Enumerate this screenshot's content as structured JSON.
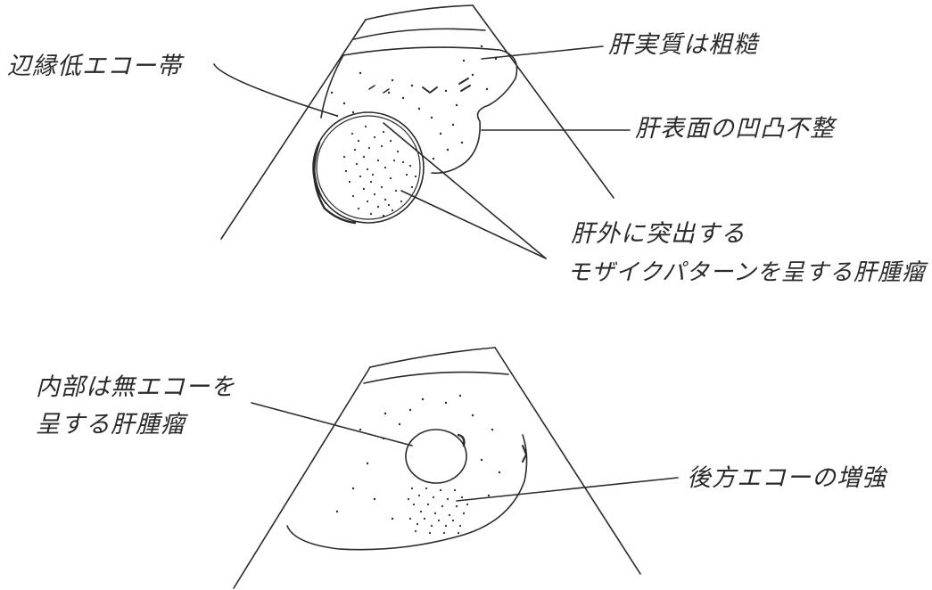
{
  "diagram_top": {
    "labels": {
      "marginal_band": "辺縁低エコー帯",
      "rough_parenchyma": "肝実質は粗糙",
      "irregular_surface": "肝表面の凹凸不整",
      "mosaic_tumor_line1": "肝外に突出する",
      "mosaic_tumor_line2": "モザイクパターンを呈する肝腫瘤"
    }
  },
  "diagram_bottom": {
    "labels": {
      "anechoic_tumor_line1": "内部は無エコーを",
      "anechoic_tumor_line2": "呈する肝腫瘤",
      "posterior_enhancement": "後方エコーの増強"
    }
  },
  "colors": {
    "ink": "#2a2a2a"
  }
}
